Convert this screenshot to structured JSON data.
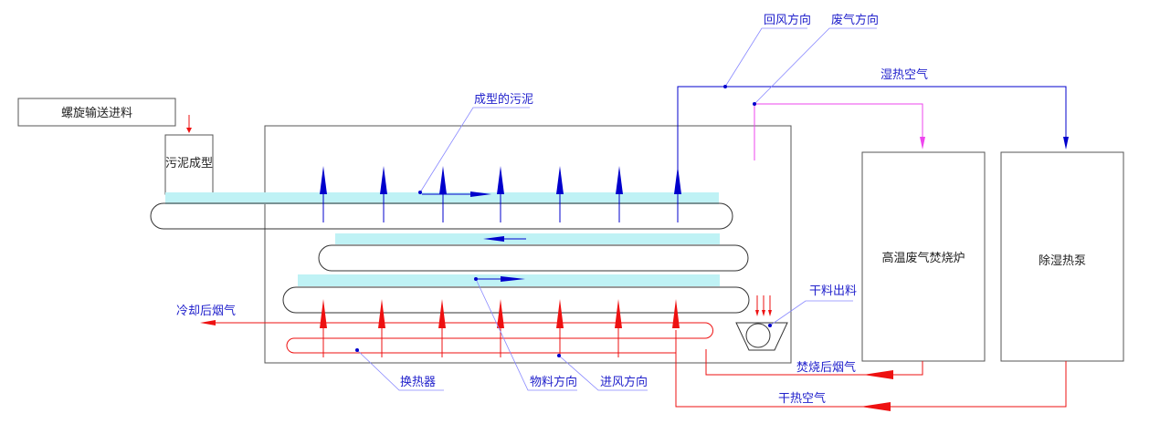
{
  "colors": {
    "blue": "#0000cc",
    "red": "#ee1111",
    "magenta": "#ee44ee",
    "cyan": "#bff2f5",
    "outline": "#555555",
    "leader": "#8888ff",
    "label_blue": "#2222cc"
  },
  "labels": {
    "screw_feed": "螺旋输送进料",
    "sludge_forming": "污泥成型",
    "formed_sludge": "成型的污泥",
    "return_air_dir": "回风方向",
    "waste_gas_dir": "废气方向",
    "humid_hot_air": "湿热空气",
    "incinerator": "高温废气焚烧炉",
    "dehumid_pump": "除湿热泵",
    "dry_discharge": "干料出料",
    "cooled_flue": "冷却后烟气",
    "heat_exchanger": "换热器",
    "material_dir": "物料方向",
    "inlet_air_dir": "进风方向",
    "burned_flue": "焚烧后烟气",
    "dry_hot_air": "干热空气"
  }
}
